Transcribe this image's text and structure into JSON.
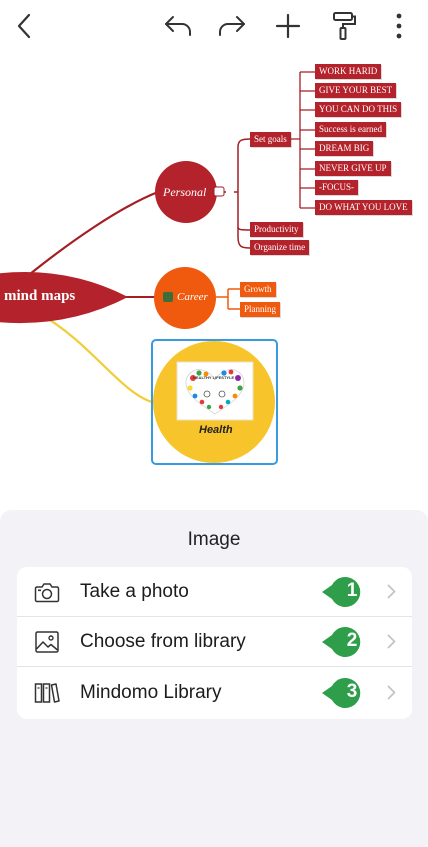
{
  "toolbar": {
    "back_icon": "chevron-left-icon",
    "undo_icon": "undo-icon",
    "redo_icon": "redo-icon",
    "add_icon": "plus-icon",
    "format_icon": "paint-roller-icon",
    "more_icon": "more-vertical-icon"
  },
  "map": {
    "root": "mind maps",
    "personal": "Personal",
    "career": "Career",
    "health": "Health",
    "set_goals": "Set goals",
    "goals": [
      "WORK HARID",
      "GIVE YOUR BEST",
      "YOU CAN DO THIS",
      "Success is earned",
      "DREAM BIG",
      "NEVER GIVE UP",
      "-FOCUS-",
      "DO WHAT YOU LOVE"
    ],
    "productivity": "Productivity",
    "organize_time": "Organize time",
    "growth": "Growth",
    "planning": "Planning",
    "health_image_caption": "HEALTHY LIFESTYLE",
    "colors": {
      "red": "#b4232b",
      "orange": "#ef5a0e",
      "yellow": "#f7c52b",
      "selection": "#3a9ae0"
    }
  },
  "sheet": {
    "title": "Image",
    "items": [
      {
        "label": "Take a photo",
        "icon": "camera-icon",
        "badge": "1"
      },
      {
        "label": "Choose from library",
        "icon": "photo-library-icon",
        "badge": "2"
      },
      {
        "label": "Mindomo Library",
        "icon": "books-icon",
        "badge": "3"
      }
    ],
    "badge_color": "#2e9e4b"
  }
}
